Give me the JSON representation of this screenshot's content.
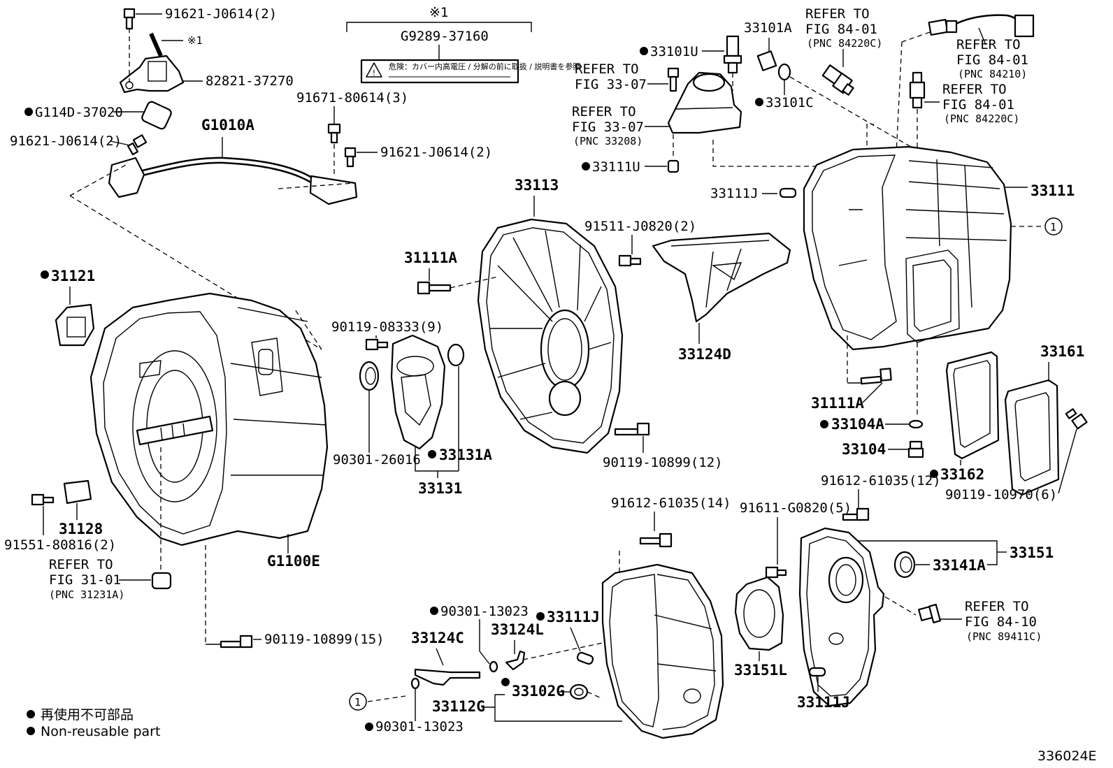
{
  "labels": {
    "p91621_top": "91621-J0614(2)",
    "star1_small": "※1",
    "p82821": "82821-37270",
    "pG114D": "G114D-37020",
    "p91621_left": "91621-J0614(2)",
    "pG1010A": "G1010A",
    "p91671": "91671-80614(3)",
    "p91621_mid": "91621-J0614(2)",
    "star1_bracket": "※1",
    "pG9289": "G9289-37160",
    "warn_label_text": "危険：カバー内高電圧 / 分解の前に取扱 / 説明書を参照",
    "p33101U": "33101U",
    "p33101A": "33101A",
    "p33101C": "33101C",
    "p33111U": "33111U",
    "ref_33_07_a_1": "REFER TO",
    "ref_33_07_a_2": "FIG 33-07",
    "ref_33_07_b_1": "REFER TO",
    "ref_33_07_b_2": "FIG 33-07",
    "ref_33_07_b_3": "(PNC 33208)",
    "ref_84220c_top_1": "REFER TO",
    "ref_84220c_top_2": "FIG 84-01",
    "ref_84220c_top_3": "(PNC 84220C)",
    "ref_84210_1": "REFER TO",
    "ref_84210_2": "FIG 84-01",
    "ref_84210_3": "(PNC 84210)",
    "ref_84220c_r_1": "REFER TO",
    "ref_84220c_r_2": "FIG 84-01",
    "ref_84220c_r_3": "(PNC 84220C)",
    "p33111J_top": "33111J",
    "p33111": "33111",
    "circle1_right": "1",
    "p33113": "33113",
    "p91511": "91511-J0820(2)",
    "p31111A_mid": "31111A",
    "p90119_08333": "90119-08333(9)",
    "p33124D": "33124D",
    "p31121": "31121",
    "p90301_26016": "90301-26016",
    "p33131A": "33131A",
    "p33131": "33131",
    "p90119_10899_12": "90119-10899(12)",
    "p31111A_right": "31111A",
    "p33104A": "33104A",
    "p33104": "33104",
    "p33161": "33161",
    "p33162": "33162",
    "p91612_12": "91612-61035(12)",
    "p90119_10970": "90119-10970(6)",
    "p31128": "31128",
    "p91551": "91551-80816(2)",
    "ref_31231a_1": "REFER TO",
    "ref_31231a_2": "FIG 31-01",
    "ref_31231a_3": "(PNC 31231A)",
    "pG1100E": "G1100E",
    "p91612_14": "91612-61035(14)",
    "p91611": "91611-G0820(5)",
    "p33151": "33151",
    "p33141A": "33141A",
    "ref_89411c_1": "REFER TO",
    "ref_89411c_2": "FIG 84-10",
    "ref_89411c_3": "(PNC 89411C)",
    "p90119_10899_15": "90119-10899(15)",
    "p90301_13023_top": "90301-13023",
    "p33111J_mid": "33111J",
    "p33124C": "33124C",
    "p33124L": "33124L",
    "p33102G": "33102G",
    "p33112G": "33112G",
    "circle1_bottom": "1",
    "p90301_13023_bot": "90301-13023",
    "p33151L": "33151L",
    "p33111J_bot": "33111J",
    "legend_jp": "再使用不可部品",
    "legend_en": "Non-reusable part",
    "diagram_code": "336024E"
  }
}
